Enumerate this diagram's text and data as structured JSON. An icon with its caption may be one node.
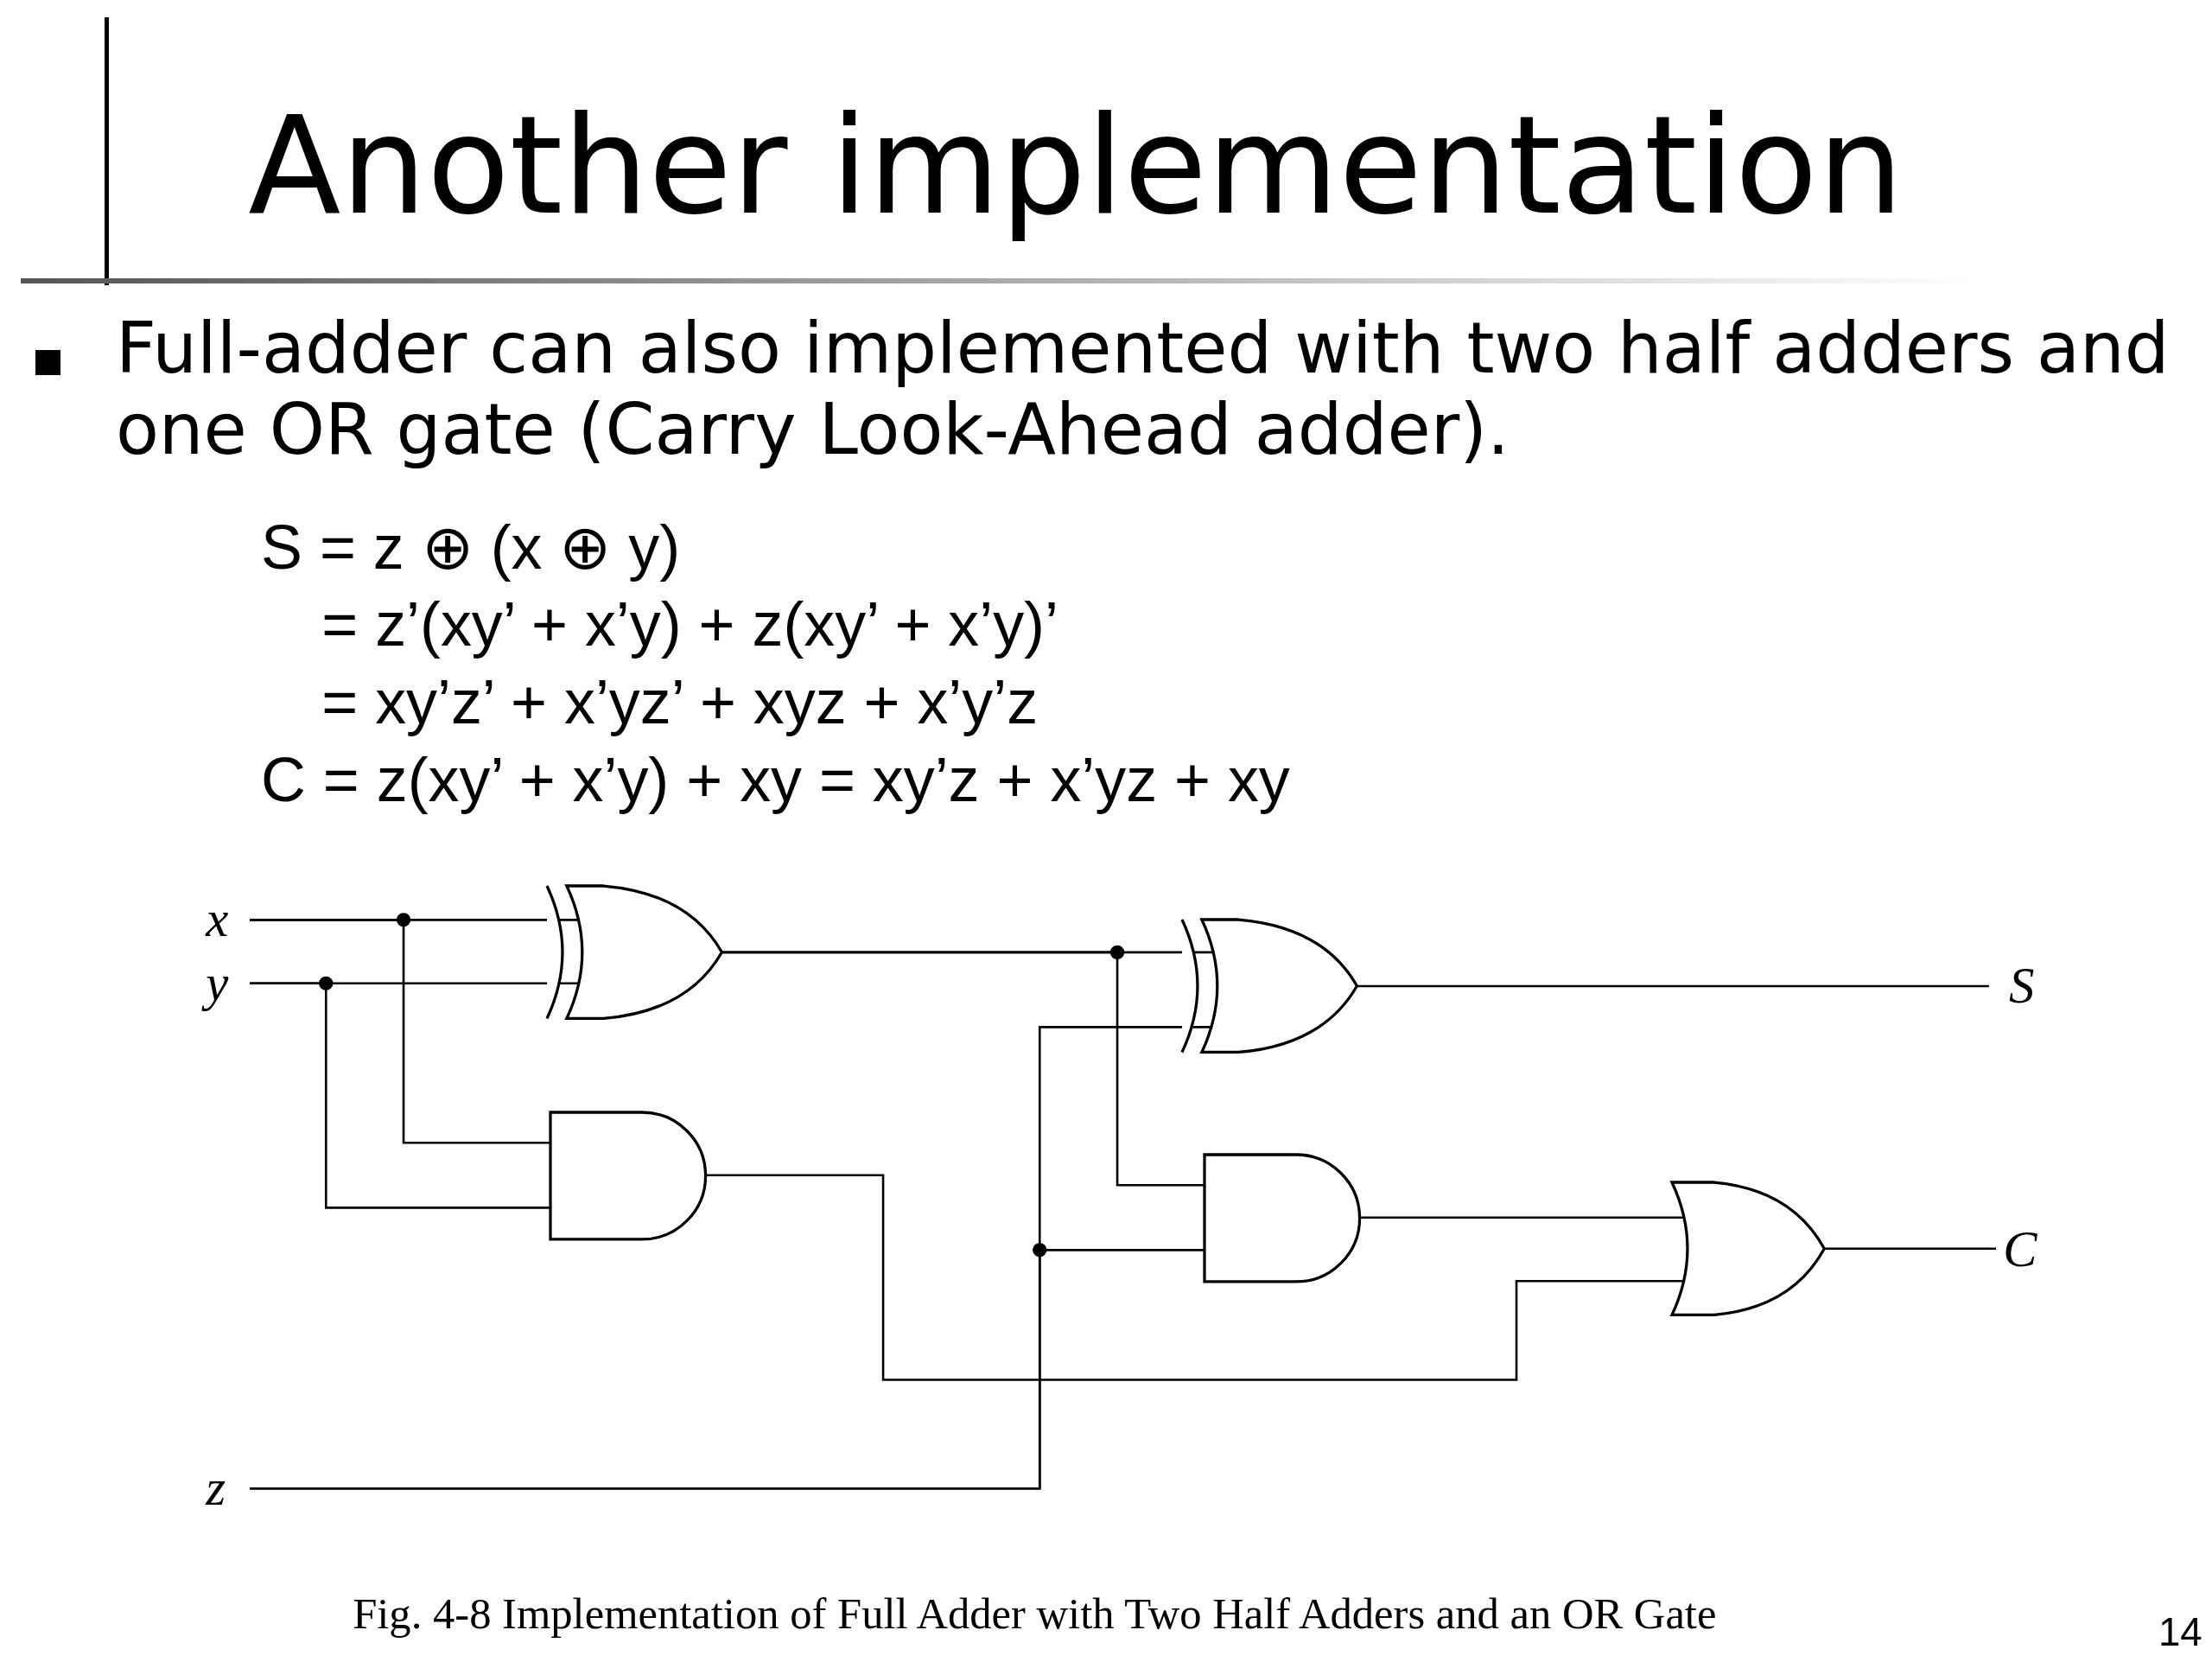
{
  "diagram": {
    "title": "Another implementation",
    "caption": "Fig. 4-8  Implementation of Full Adder with Two Half Adders and an OR Gate",
    "nodes": [
      {
        "text": [
          "x"
        ]
      },
      {
        "text": [
          "y"
        ]
      },
      {
        "text": [
          "z"
        ]
      },
      {
        "text": [],
        "shape": "gate"
      },
      {
        "text": [],
        "shape": "gate"
      },
      {
        "text": [],
        "shape": "gate"
      },
      {
        "text": [],
        "shape": "gate"
      },
      {
        "text": [],
        "shape": "gate"
      },
      {
        "text": [
          "S"
        ]
      },
      {
        "text": [
          "C"
        ]
      }
    ],
    "edges": [
      {
        "from": 0,
        "to": 3,
        "arrow": "none"
      },
      {
        "from": 0,
        "to": 4,
        "arrow": "none"
      },
      {
        "from": 1,
        "to": 3,
        "arrow": "none"
      },
      {
        "from": 1,
        "to": 4,
        "arrow": "none"
      },
      {
        "from": 3,
        "to": 5,
        "arrow": "none"
      },
      {
        "from": 3,
        "to": 6,
        "arrow": "none"
      },
      {
        "from": 2,
        "to": 5,
        "arrow": "none"
      },
      {
        "from": 2,
        "to": 6,
        "arrow": "none"
      },
      {
        "from": 4,
        "to": 7,
        "arrow": "none"
      },
      {
        "from": 6,
        "to": 7,
        "arrow": "none"
      },
      {
        "from": 5,
        "to": 8,
        "arrow": "none"
      },
      {
        "from": 7,
        "to": 9,
        "arrow": "none"
      }
    ],
    "labels": [
      "Full-adder can also implemented with two half adders and one OR gate (Carry Look-Ahead adder).",
      "S = z ⊕ (x ⊕ y)",
      "= z’(xy’ + x’y) + z(xy’ + x’y)’",
      "= xy’z’ + x’yz’ + xyz + x’y’z",
      "C = z(xy’ + x’y) + xy = xy’z + x’yz + xy",
      "14"
    ]
  }
}
